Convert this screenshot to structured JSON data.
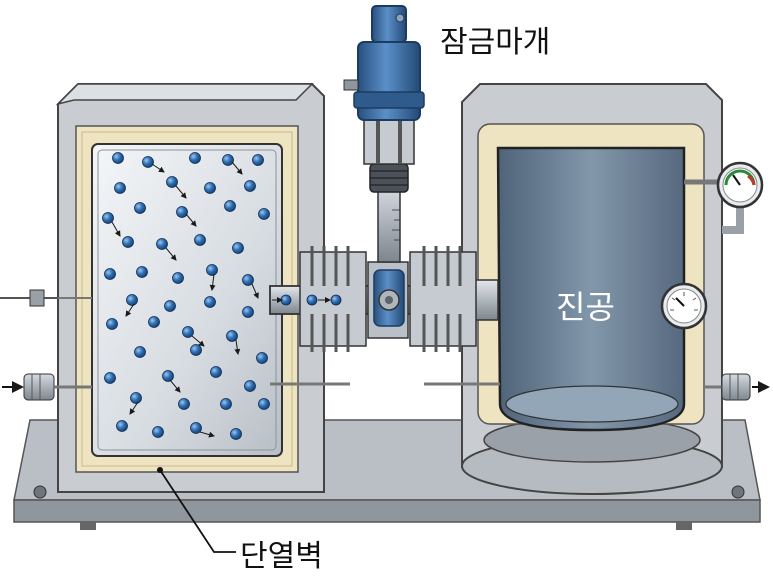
{
  "labels": {
    "valve": "잠금마개",
    "vacuum": "진공",
    "insulation_wall": "단열벽"
  },
  "colors": {
    "concrete": "#c9cdd2",
    "concrete_dark": "#9aa0a7",
    "insulation": "#efe4c2",
    "steel": "#aeb5bd",
    "valve_blue": "#3a6fa8",
    "molecule": "#2f6fb4",
    "vacuum_fill": "#6f8499",
    "base": "#9da4ab"
  },
  "gauges": {
    "upper": "pressure-gauge-upper",
    "lower": "pressure-gauge-lower"
  }
}
